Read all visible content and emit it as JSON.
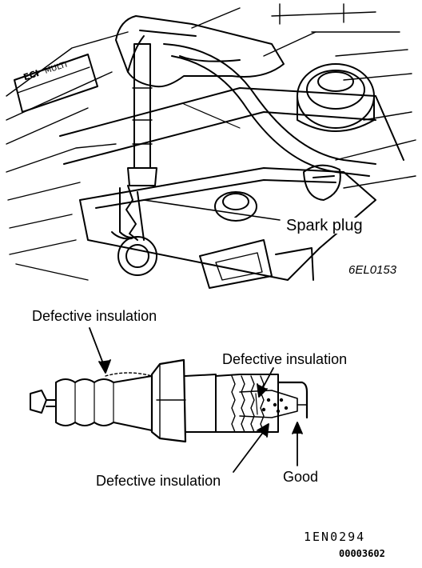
{
  "upper_figure": {
    "badge_left": "ECI",
    "badge_right": "MULTI",
    "callout": "Spark plug",
    "figure_code": "6EL0153"
  },
  "lower_figure": {
    "label_top_left": "Defective insulation",
    "label_top_right": "Defective insulation",
    "label_bottom": "Defective insulation",
    "label_good": "Good"
  },
  "footer": {
    "figure_code": "1EN0294",
    "doc_number": "00003602"
  }
}
